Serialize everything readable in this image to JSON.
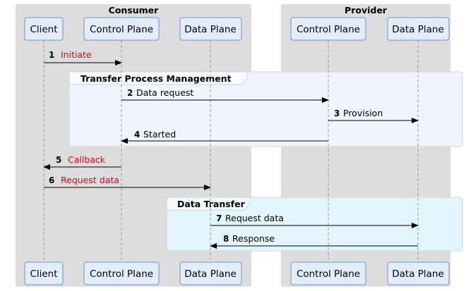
{
  "groups": {
    "consumer": "Consumer",
    "provider": "Provider"
  },
  "participants": [
    {
      "id": "client",
      "label": "Client"
    },
    {
      "id": "consumer_cp",
      "label": "Control Plane"
    },
    {
      "id": "consumer_dp",
      "label": "Data Plane"
    },
    {
      "id": "provider_cp",
      "label": "Control Plane"
    },
    {
      "id": "provider_dp",
      "label": "Data Plane"
    }
  ],
  "frames": [
    {
      "title": "Transfer Process Management"
    },
    {
      "title": "Data Transfer"
    }
  ],
  "messages": [
    {
      "num": "1",
      "text": "Initiate",
      "highlight": true
    },
    {
      "num": "2",
      "text": "Data request",
      "highlight": false
    },
    {
      "num": "3",
      "text": "Provision",
      "highlight": false
    },
    {
      "num": "4",
      "text": "Started",
      "highlight": false
    },
    {
      "num": "5",
      "text": "Callback",
      "highlight": true
    },
    {
      "num": "6",
      "text": "Request data",
      "highlight": true
    },
    {
      "num": "7",
      "text": "Request data",
      "highlight": false
    },
    {
      "num": "8",
      "text": "Response",
      "highlight": false
    }
  ],
  "colors": {
    "group_fill": "#dddddd",
    "participant_fill": "#e2ecfb",
    "participant_stroke": "#6f93d6",
    "frame1_fill": "#f1f4fe",
    "frame2_fill": "#e2f5fc",
    "frame_stroke": "#d4d4d4",
    "highlight_text": "#e0001b",
    "arrow": "#000000"
  }
}
